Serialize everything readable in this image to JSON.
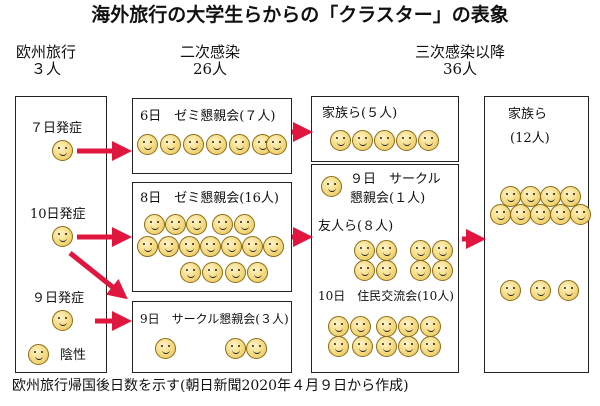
{
  "title": "海外旅行の大学生らからの「クラスター」の表象",
  "columns": {
    "overseas": {
      "label": "欧州旅行",
      "count": "３人"
    },
    "secondary": {
      "label": "二次感染",
      "count": "26人"
    },
    "tertiary": {
      "label": "三次感染以降",
      "count": "36人"
    }
  },
  "travelers": [
    {
      "label": "７日発症"
    },
    {
      "label": "10日発症"
    },
    {
      "label": "９日発症"
    }
  ],
  "legend": {
    "label": "陰性"
  },
  "secondary_groups": [
    {
      "label": "6日　ゼミ懇親会(７人)",
      "faces": 7
    },
    {
      "label": "8日　ゼミ懇親会(16人)",
      "faces": 16
    },
    {
      "label": "9日　サークル懇親会(３人)",
      "faces": 3
    }
  ],
  "tertiary_groups": {
    "family": {
      "label": "家族ら(５人)",
      "faces": 5
    },
    "circle": {
      "line1": "９日　サークル",
      "line2": "懇親会(１人)",
      "faces": 1
    },
    "friends": {
      "label": "友人ら(８人)",
      "faces": 8
    },
    "residents": {
      "label": "10日　住民交流会(10人)",
      "faces": 10
    }
  },
  "quaternary_group": {
    "label": "家族ら",
    "count": "(12人)",
    "faces": 12
  },
  "footer": "欧州旅行帰国後日数を示す(朝日新聞2020年４月９日から作成)",
  "colors": {
    "arrow": "#e0163f",
    "face_fill": "#f4d97e",
    "face_outline": "#8a6d1a"
  }
}
